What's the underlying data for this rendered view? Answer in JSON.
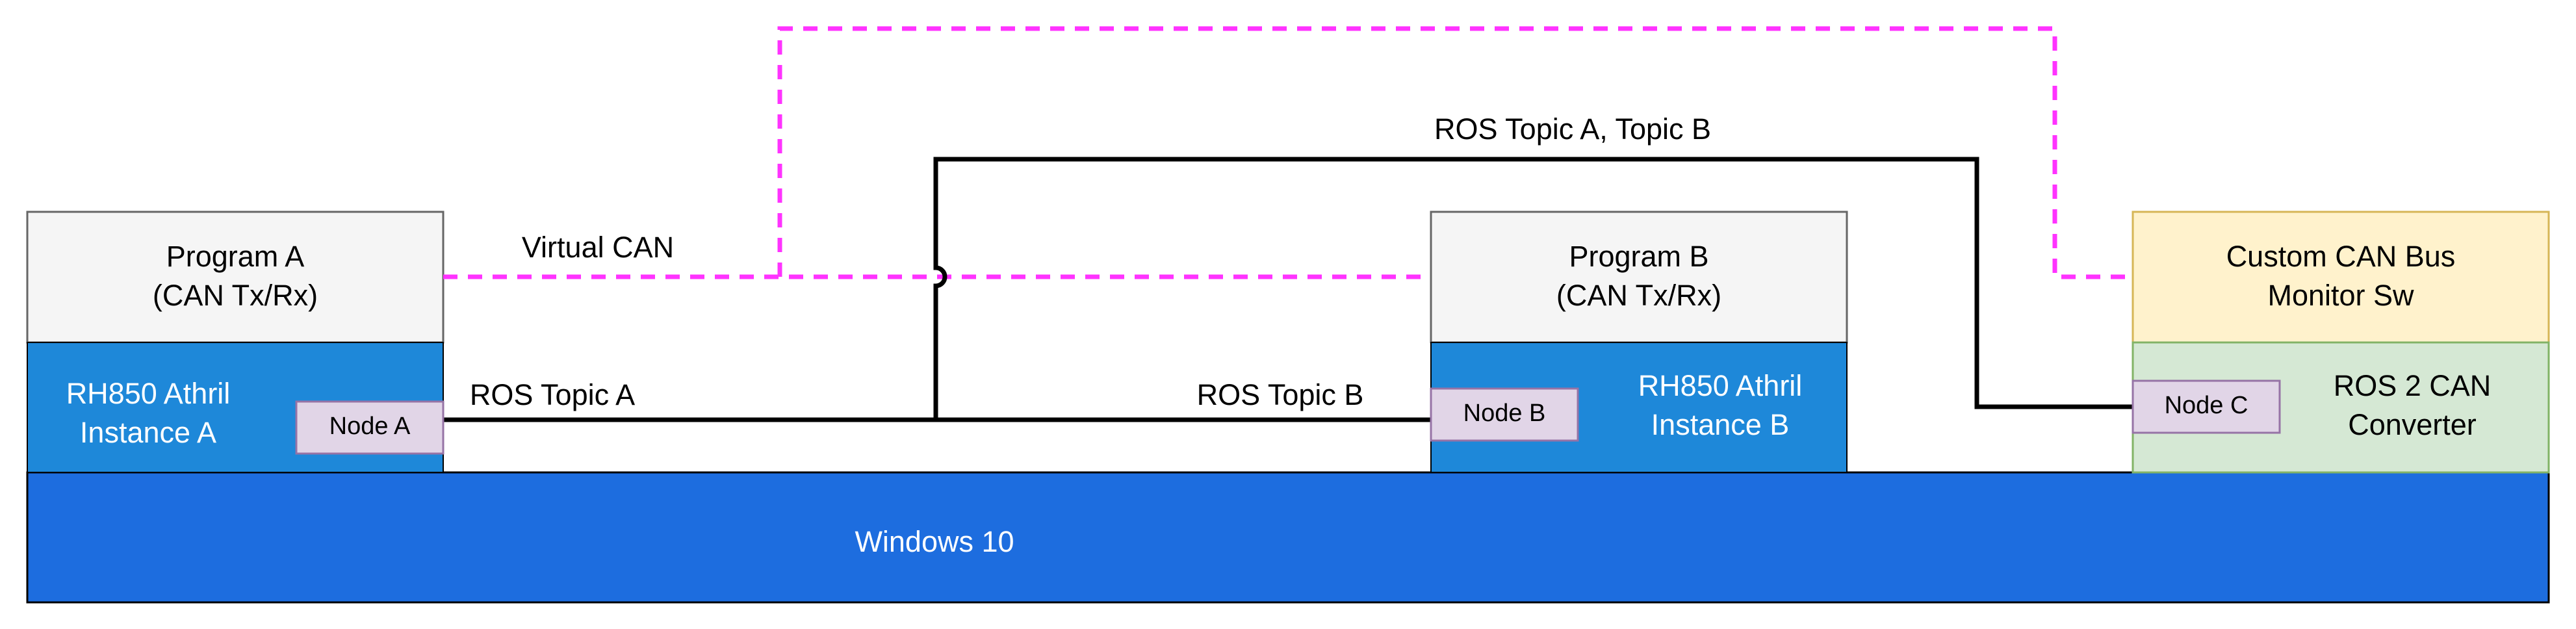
{
  "boxes": {
    "program_a": {
      "line1": "Program A",
      "line2": "(CAN Tx/Rx)"
    },
    "program_b": {
      "line1": "Program B",
      "line2": "(CAN Tx/Rx)"
    },
    "custom_can": {
      "line1": "Custom CAN Bus",
      "line2": "Monitor Sw"
    },
    "rh850_a": {
      "line1": "RH850 Athril",
      "line2": "Instance A"
    },
    "rh850_b": {
      "line1": "RH850 Athril",
      "line2": "Instance B"
    },
    "ros2_can": {
      "line1": "ROS 2 CAN",
      "line2": "Converter"
    },
    "windows": {
      "label": "Windows 10"
    }
  },
  "nodes": {
    "a": "Node A",
    "b": "Node B",
    "c": "Node C"
  },
  "connections": {
    "virtual_can": "Virtual CAN",
    "ros_topic_a": "ROS Topic A",
    "ros_topic_b": "ROS Topic B",
    "ros_topic_ab": "ROS Topic A, Topic B"
  },
  "colors": {
    "virtual_can_line": "#ff33ff",
    "ros_line": "#000000",
    "program_fill": "#f5f5f5",
    "program_stroke": "#666666",
    "rh850_fill": "#1e88d9",
    "windows_fill": "#1d6ddf",
    "custom_can_fill": "#fff2cc",
    "custom_can_stroke": "#d6b656",
    "ros2_fill": "#d5e8d4",
    "ros2_stroke": "#82b366",
    "node_fill": "#e1d5e7",
    "node_stroke": "#9673a6"
  }
}
